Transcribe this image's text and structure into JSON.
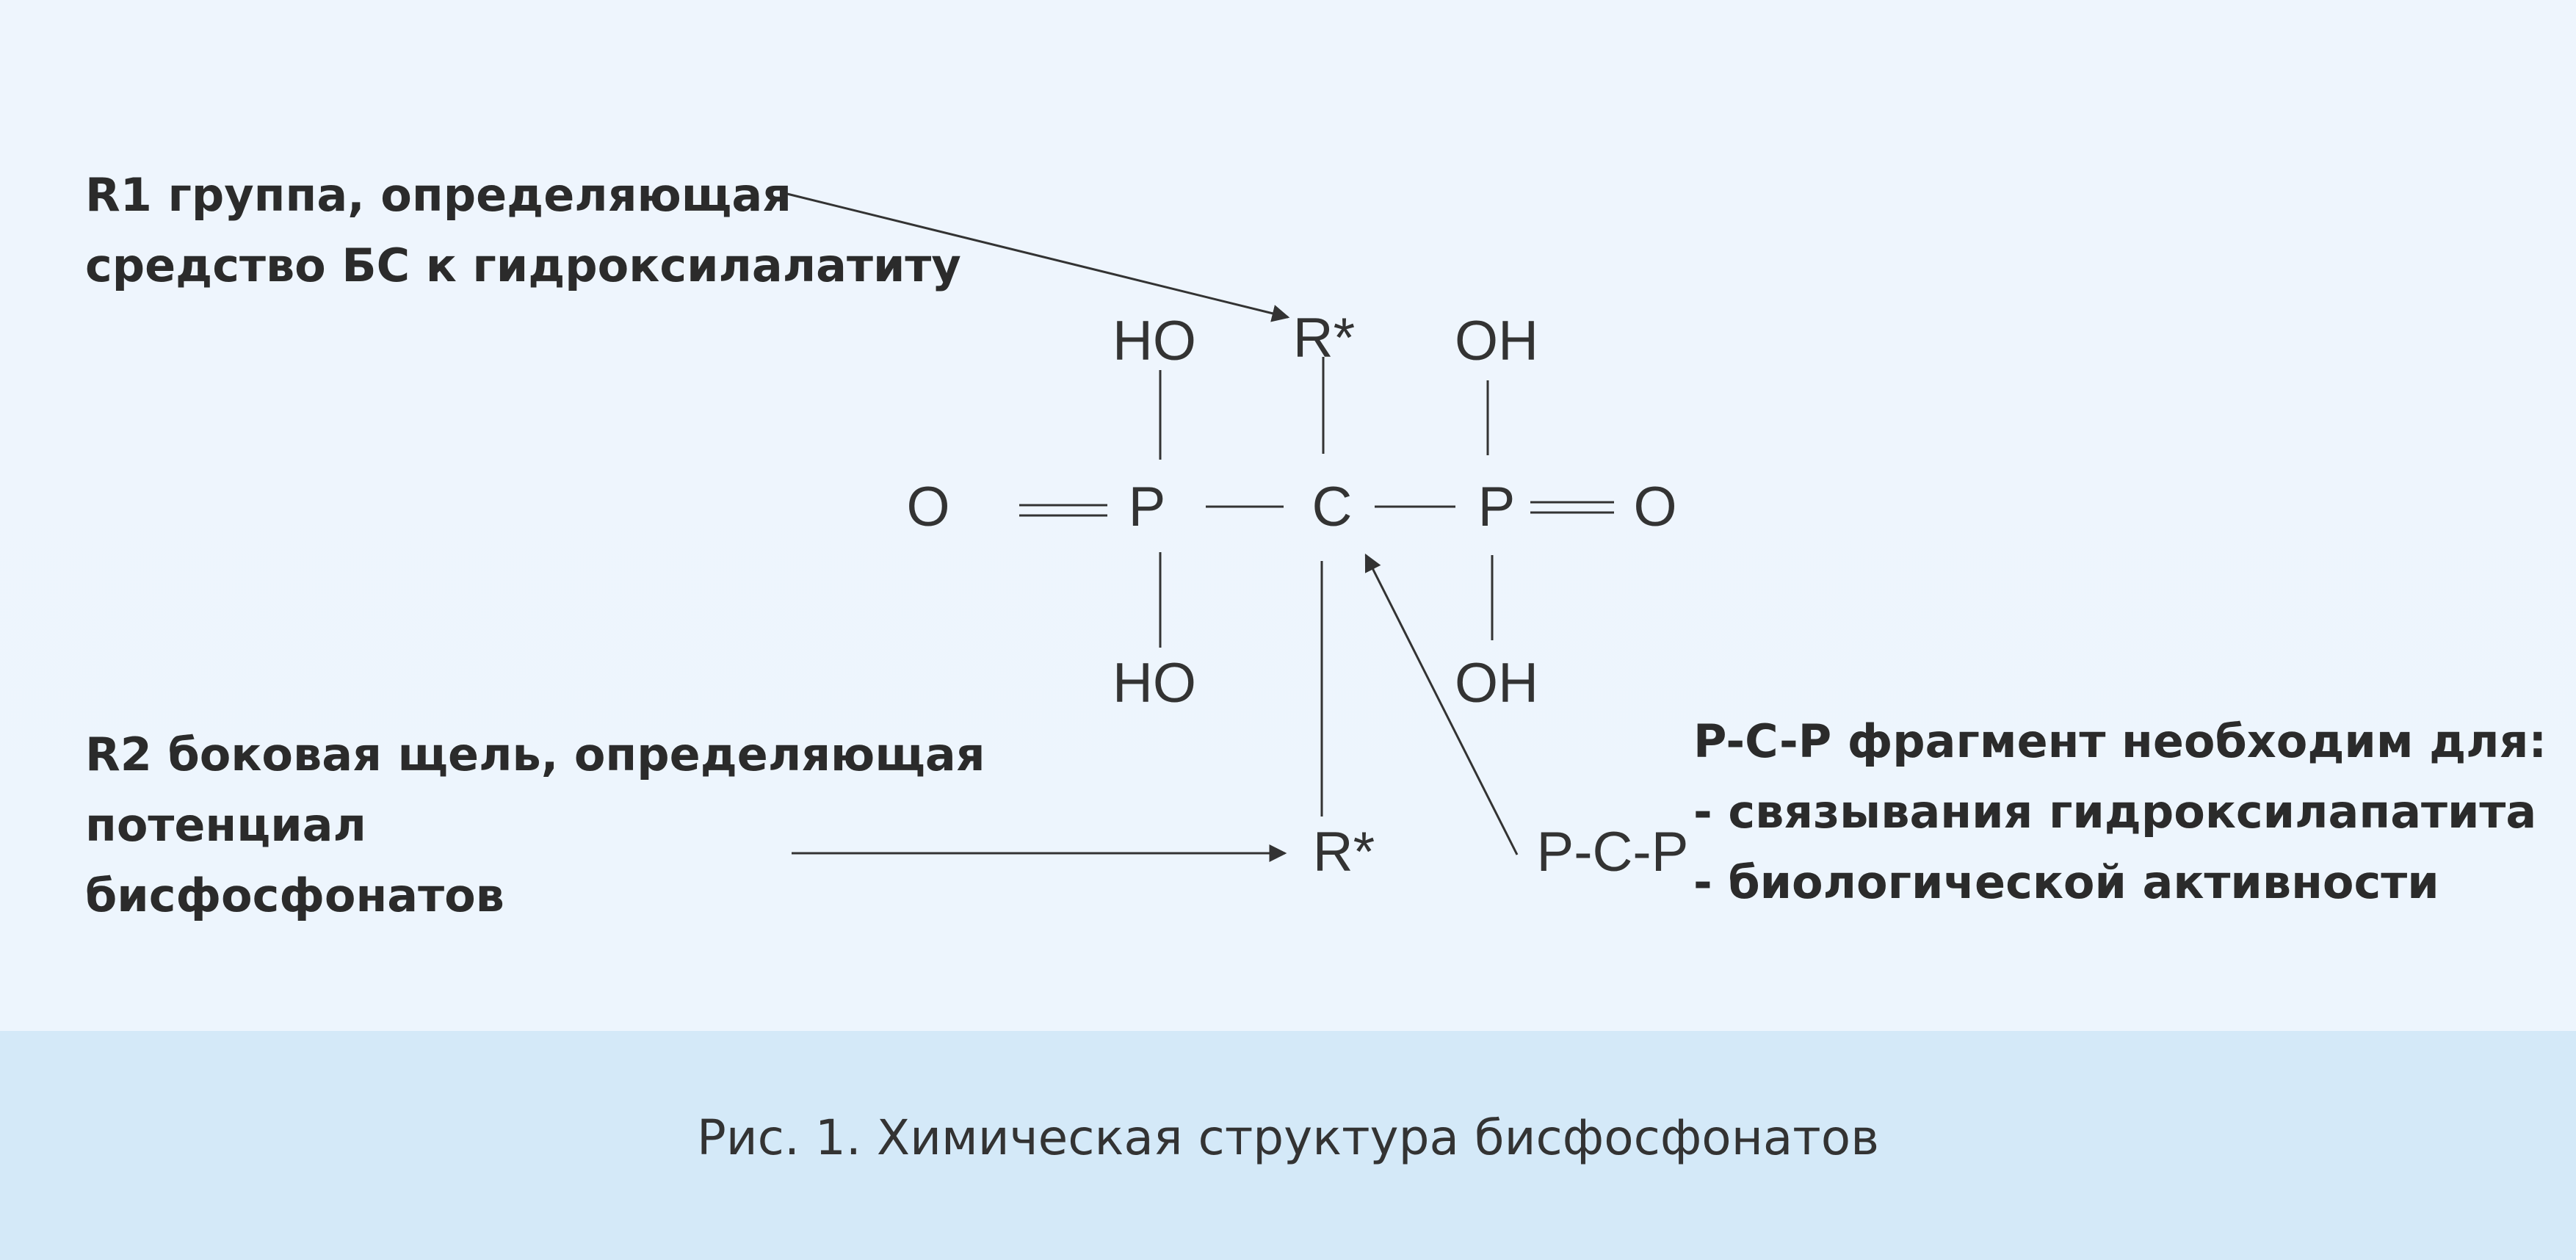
{
  "structure": {
    "atoms": {
      "r_top": "R*",
      "ho_top": "HO",
      "oh_top": "OH",
      "o_left": "O",
      "p_left": "P",
      "c_center": "C",
      "p_right": "P",
      "o_right": "O",
      "ho_bottom": "HO",
      "oh_bottom": "OH",
      "r_bottom": "R*",
      "pcp": "P-C-P"
    }
  },
  "annotations": {
    "r1": [
      "R1 группа, определяющая",
      "средство БС к гидроксилалатиту"
    ],
    "r2": [
      "R2 боковая щель, определяющая",
      "потенциал",
      "бисфосфонатов"
    ],
    "pcp": [
      "P-C-P фрагмент необходим для:",
      "- связывания гидроксилапатита",
      "- биологической активности"
    ]
  },
  "caption": "Рис. 1. Химическая структура бисфосфонатов",
  "colors": {
    "figure_background": "#eef5fd",
    "caption_band": "#d4e9f8",
    "text": "#2b2b2b"
  }
}
